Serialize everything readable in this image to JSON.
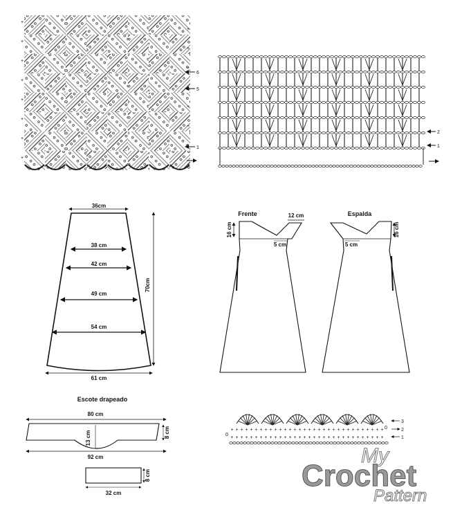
{
  "chart1": {
    "row_markers": [
      "6",
      "5",
      "1"
    ]
  },
  "chart2": {
    "row_markers": [
      "2",
      "1"
    ]
  },
  "skirt": {
    "top": "36cm",
    "w1": "38 cm",
    "w2": "42 cm",
    "w3": "49 cm",
    "w4": "54 cm",
    "bottom": "61 cm",
    "height": "70cm"
  },
  "dress": {
    "front_title": "Frente",
    "back_title": "Espalda",
    "strap": "12 cm",
    "shoulder_front": "16 cm",
    "shoulder_back": "16 cm",
    "neck_front": "5 cm",
    "neck_back": "5 cm"
  },
  "neckline": {
    "title": "Escote drapeado",
    "top": "80 cm",
    "bottom": "92 cm",
    "depth": "13 cm",
    "height": "8 cm"
  },
  "band": {
    "width": "32 cm",
    "height": "8 cm"
  },
  "edging": {
    "row_markers": [
      "3",
      "2",
      "1"
    ],
    "start_markers": [
      "0",
      "0"
    ]
  },
  "logo": {
    "line1": "My",
    "line2": "Crochet",
    "line3": "Pattern"
  },
  "colors": {
    "ink": "#111111",
    "logo_gray": "#9a9a9a"
  }
}
